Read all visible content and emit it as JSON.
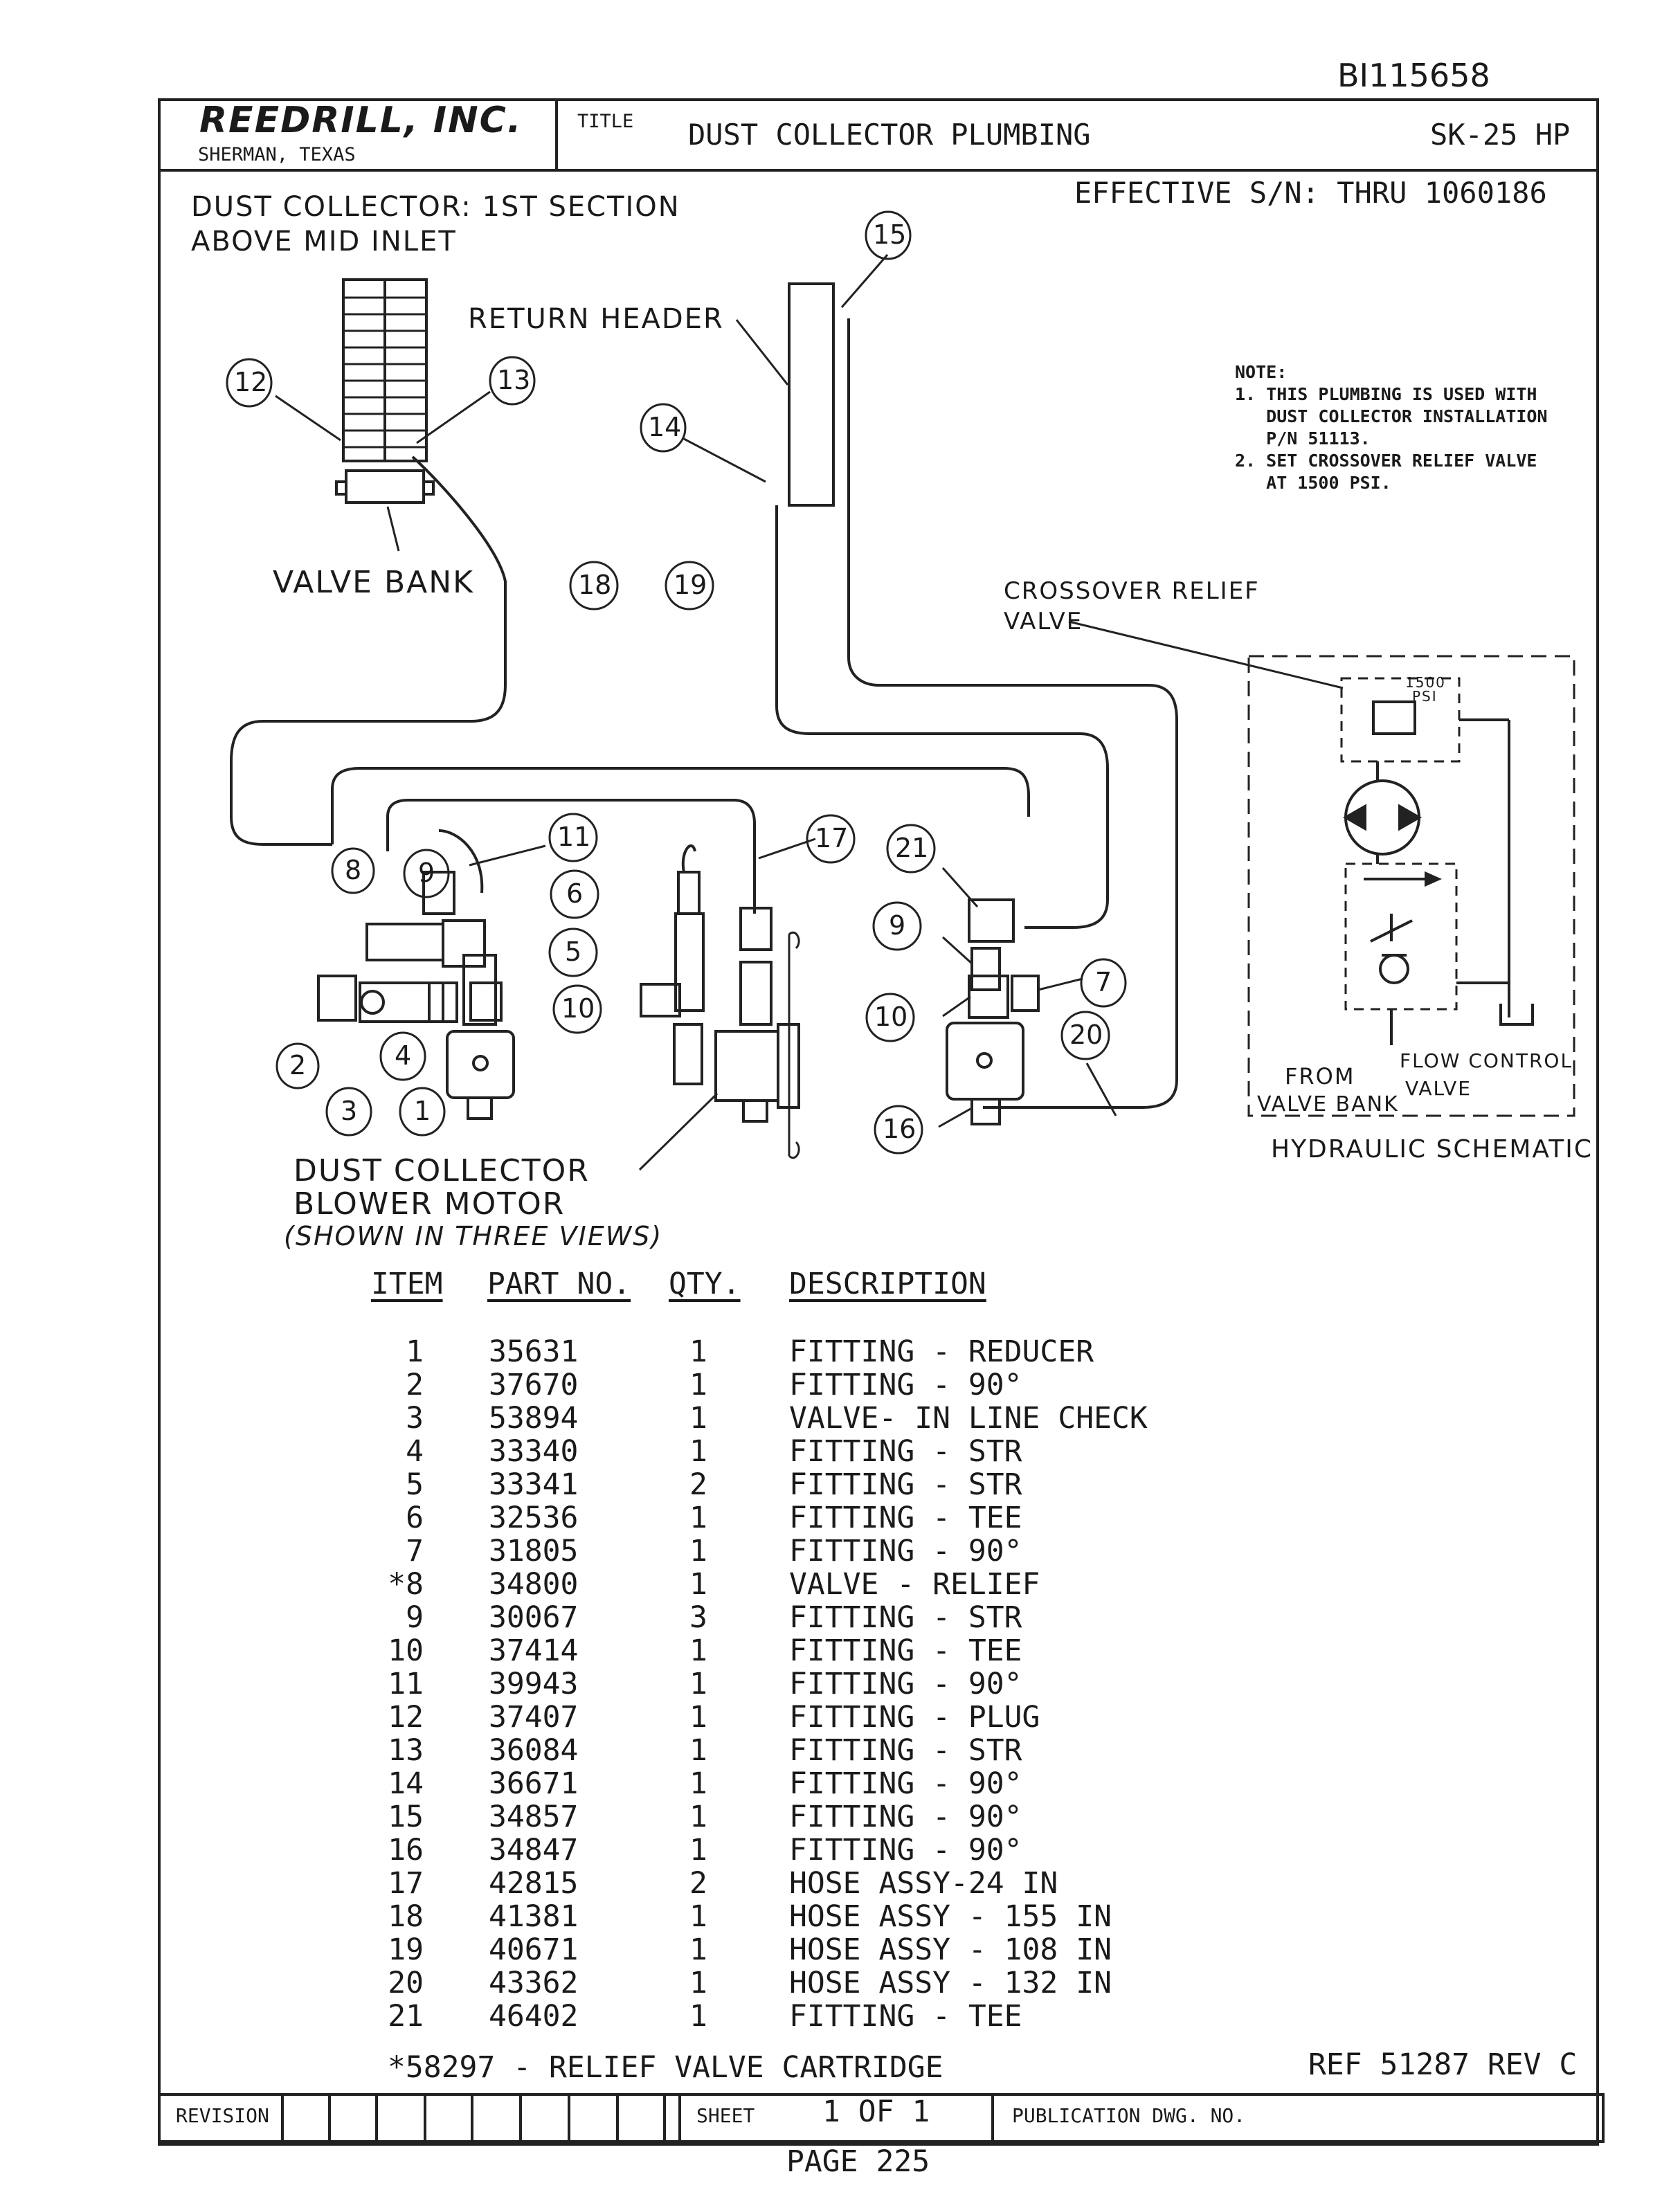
{
  "doc_id": "BI115658",
  "company": {
    "name": "REEDRILL, INC.",
    "location": "SHERMAN, TEXAS"
  },
  "title_label": "TITLE",
  "title": "DUST COLLECTOR PLUMBING",
  "model": "SK-25 HP",
  "effective": "EFFECTIVE S/N: THRU 1060186",
  "labels": {
    "dust_collector_line1": "DUST COLLECTOR: 1ST SECTION",
    "dust_collector_line2": "ABOVE MID INLET",
    "return_header": "RETURN HEADER",
    "valve_bank": "VALVE BANK",
    "crossover_relief_line1": "CROSSOVER RELIEF",
    "crossover_relief_line2": "VALVE",
    "blower_line1": "DUST COLLECTOR",
    "blower_line2": "BLOWER MOTOR",
    "blower_line3": "(SHOWN IN THREE VIEWS)",
    "hydraulic_schematic": "HYDRAULIC SCHEMATIC",
    "from_valve_bank_line1": "FROM",
    "from_valve_bank_line2": "VALVE BANK",
    "flow_control_line1": "FLOW CONTROL",
    "flow_control_line2": "VALVE",
    "psi_line1": "1500",
    "psi_line2": "PSI"
  },
  "note": {
    "heading": "NOTE:",
    "lines": [
      "1. THIS PLUMBING IS USED WITH",
      "   DUST COLLECTOR INSTALLATION",
      "   P/N 51113.",
      "2. SET CROSSOVER RELIEF VALVE",
      "   AT 1500 PSI."
    ]
  },
  "callouts": [
    "1",
    "2",
    "3",
    "4",
    "5",
    "6",
    "7",
    "8",
    "9",
    "10",
    "11",
    "12",
    "13",
    "14",
    "15",
    "16",
    "17",
    "18",
    "19",
    "20",
    "21",
    "9",
    "10"
  ],
  "table": {
    "headers": {
      "item": "ITEM",
      "part": "PART NO.",
      "qty": "QTY.",
      "desc": "DESCRIPTION"
    },
    "rows": [
      {
        "item": "1",
        "part": "35631",
        "qty": "1",
        "desc": "FITTING - REDUCER"
      },
      {
        "item": "2",
        "part": "37670",
        "qty": "1",
        "desc": "FITTING - 90°"
      },
      {
        "item": "3",
        "part": "53894",
        "qty": "1",
        "desc": "VALVE- IN LINE CHECK"
      },
      {
        "item": "4",
        "part": "33340",
        "qty": "1",
        "desc": "FITTING - STR"
      },
      {
        "item": "5",
        "part": "33341",
        "qty": "2",
        "desc": "FITTING - STR"
      },
      {
        "item": "6",
        "part": "32536",
        "qty": "1",
        "desc": "FITTING - TEE"
      },
      {
        "item": "7",
        "part": "31805",
        "qty": "1",
        "desc": "FITTING - 90°"
      },
      {
        "item": "*8",
        "part": "34800",
        "qty": "1",
        "desc": "VALVE - RELIEF"
      },
      {
        "item": "9",
        "part": "30067",
        "qty": "3",
        "desc": "FITTING - STR"
      },
      {
        "item": "10",
        "part": "37414",
        "qty": "1",
        "desc": "FITTING - TEE"
      },
      {
        "item": "11",
        "part": "39943",
        "qty": "1",
        "desc": "FITTING - 90°"
      },
      {
        "item": "12",
        "part": "37407",
        "qty": "1",
        "desc": "FITTING - PLUG"
      },
      {
        "item": "13",
        "part": "36084",
        "qty": "1",
        "desc": "FITTING - STR"
      },
      {
        "item": "14",
        "part": "36671",
        "qty": "1",
        "desc": "FITTING - 90°"
      },
      {
        "item": "15",
        "part": "34857",
        "qty": "1",
        "desc": "FITTING - 90°"
      },
      {
        "item": "16",
        "part": "34847",
        "qty": "1",
        "desc": "FITTING - 90°"
      },
      {
        "item": "17",
        "part": "42815",
        "qty": "2",
        "desc": "HOSE ASSY-24 IN"
      },
      {
        "item": "18",
        "part": "41381",
        "qty": "1",
        "desc": "HOSE ASSY - 155 IN"
      },
      {
        "item": "19",
        "part": "40671",
        "qty": "1",
        "desc": "HOSE ASSY - 108 IN"
      },
      {
        "item": "20",
        "part": "43362",
        "qty": "1",
        "desc": "HOSE ASSY - 132 IN"
      },
      {
        "item": "21",
        "part": "46402",
        "qty": "1",
        "desc": "FITTING - TEE"
      }
    ]
  },
  "footnote": "*58297 - RELIEF VALVE CARTRIDGE",
  "ref": "REF 51287 REV C",
  "footer": {
    "revision": "REVISION",
    "sheet_label": "SHEET",
    "sheet_value": "1 OF 1",
    "publication": "PUBLICATION DWG. NO.",
    "page": "PAGE 225"
  }
}
